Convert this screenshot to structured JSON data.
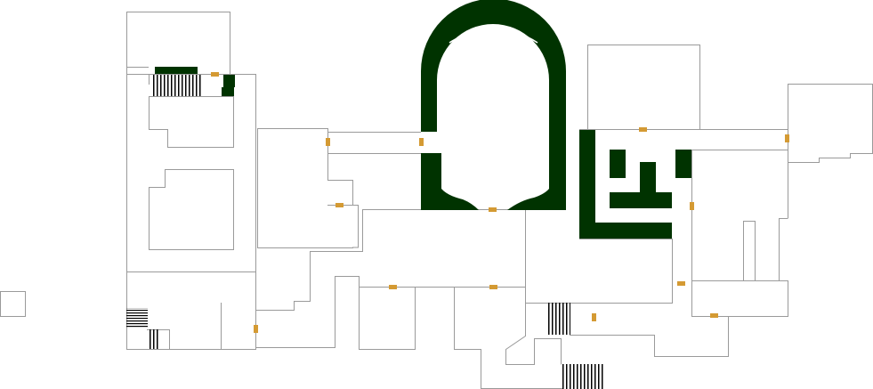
{
  "map": {
    "colors": {
      "background": "#ffffff",
      "wall": "#9a9a9a",
      "solid_block": "#003300",
      "door": "#d49a33",
      "stairs": "#000000"
    },
    "features": [
      "rooms",
      "corridors",
      "doors",
      "stairs",
      "arched-hall",
      "maze-blocks"
    ]
  }
}
